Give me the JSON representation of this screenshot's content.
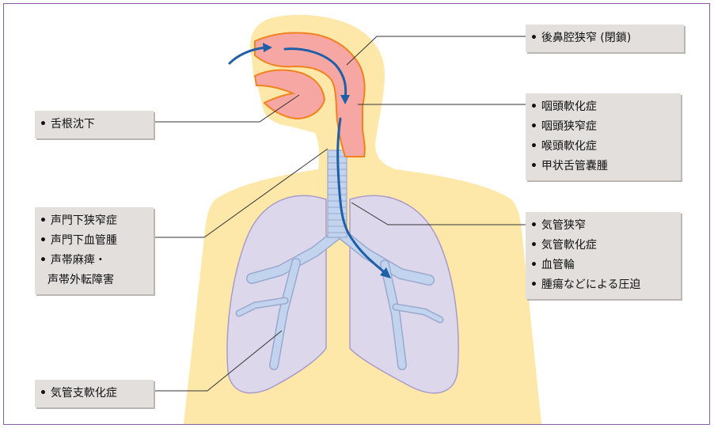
{
  "labels": {
    "nasal": [
      "後鼻腔狭窄 (閉鎖)"
    ],
    "tongue": [
      "舌根沈下"
    ],
    "pharynx": [
      "咽頭軟化症",
      "咽頭狭窄症",
      "喉頭軟化症",
      "甲状舌管嚢腫"
    ],
    "subglottic": [
      "声門下狭窄症",
      "声門下血管腫",
      "声帯麻痺・"
    ],
    "subglottic_cont": "声帯外転障害",
    "trachea": [
      "気管狭窄",
      "気管軟化症",
      "血管輪",
      "腫瘍などによる圧迫"
    ],
    "bronchi": [
      "気管支軟化症"
    ]
  },
  "colors": {
    "frame": "#8a5ba6",
    "body": "#fde7a9",
    "airway": "#f7a7a3",
    "airway_outline": "#f0821f",
    "lung": "#ddd7ec",
    "lung_outline": "#a99bc9",
    "bronchi": "#c2d3ee",
    "arrow": "#1f5fa8",
    "label_bg": "#e2dfdd",
    "leader": "#333333"
  }
}
